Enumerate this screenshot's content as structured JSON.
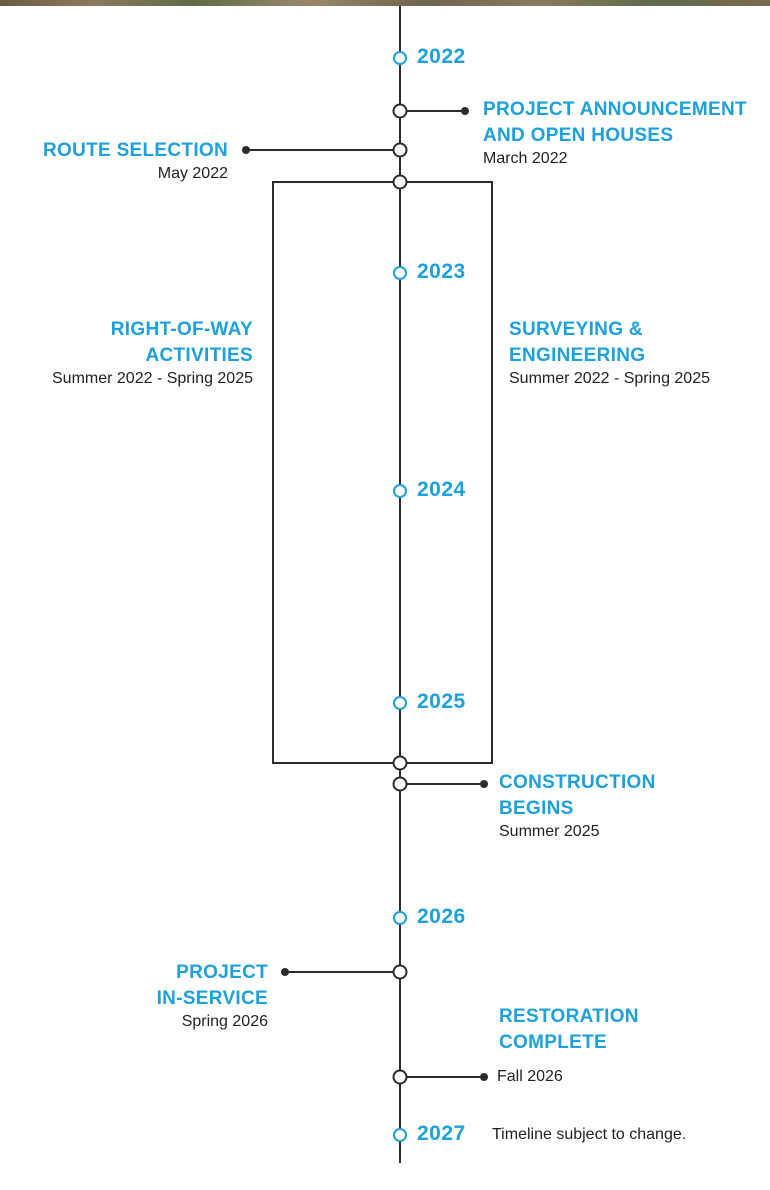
{
  "colors": {
    "accent": "#1da0db",
    "line": "#2b2b2b",
    "text": "#222222"
  },
  "years": [
    "2022",
    "2023",
    "2024",
    "2025",
    "2026",
    "2027"
  ],
  "events": {
    "announcement": {
      "title_1": "PROJECT ANNOUNCEMENT",
      "title_2": "AND OPEN HOUSES",
      "date": "March 2022"
    },
    "route": {
      "title": "ROUTE SELECTION",
      "date": "May 2022"
    },
    "row": {
      "title_1": "RIGHT-OF-WAY",
      "title_2": "ACTIVITIES",
      "date": "Summer 2022 - Spring 2025"
    },
    "surveying": {
      "title_1": "SURVEYING &",
      "title_2": "ENGINEERING",
      "date": "Summer 2022 - Spring 2025"
    },
    "construction": {
      "title_1": "CONSTRUCTION",
      "title_2": "BEGINS",
      "date": "Summer 2025"
    },
    "inservice": {
      "title_1": "PROJECT",
      "title_2": "IN-SERVICE",
      "date": "Spring 2026"
    },
    "restoration": {
      "title_1": "RESTORATION",
      "title_2": "COMPLETE",
      "date": "Fall 2026"
    }
  },
  "note": "Timeline subject to change."
}
